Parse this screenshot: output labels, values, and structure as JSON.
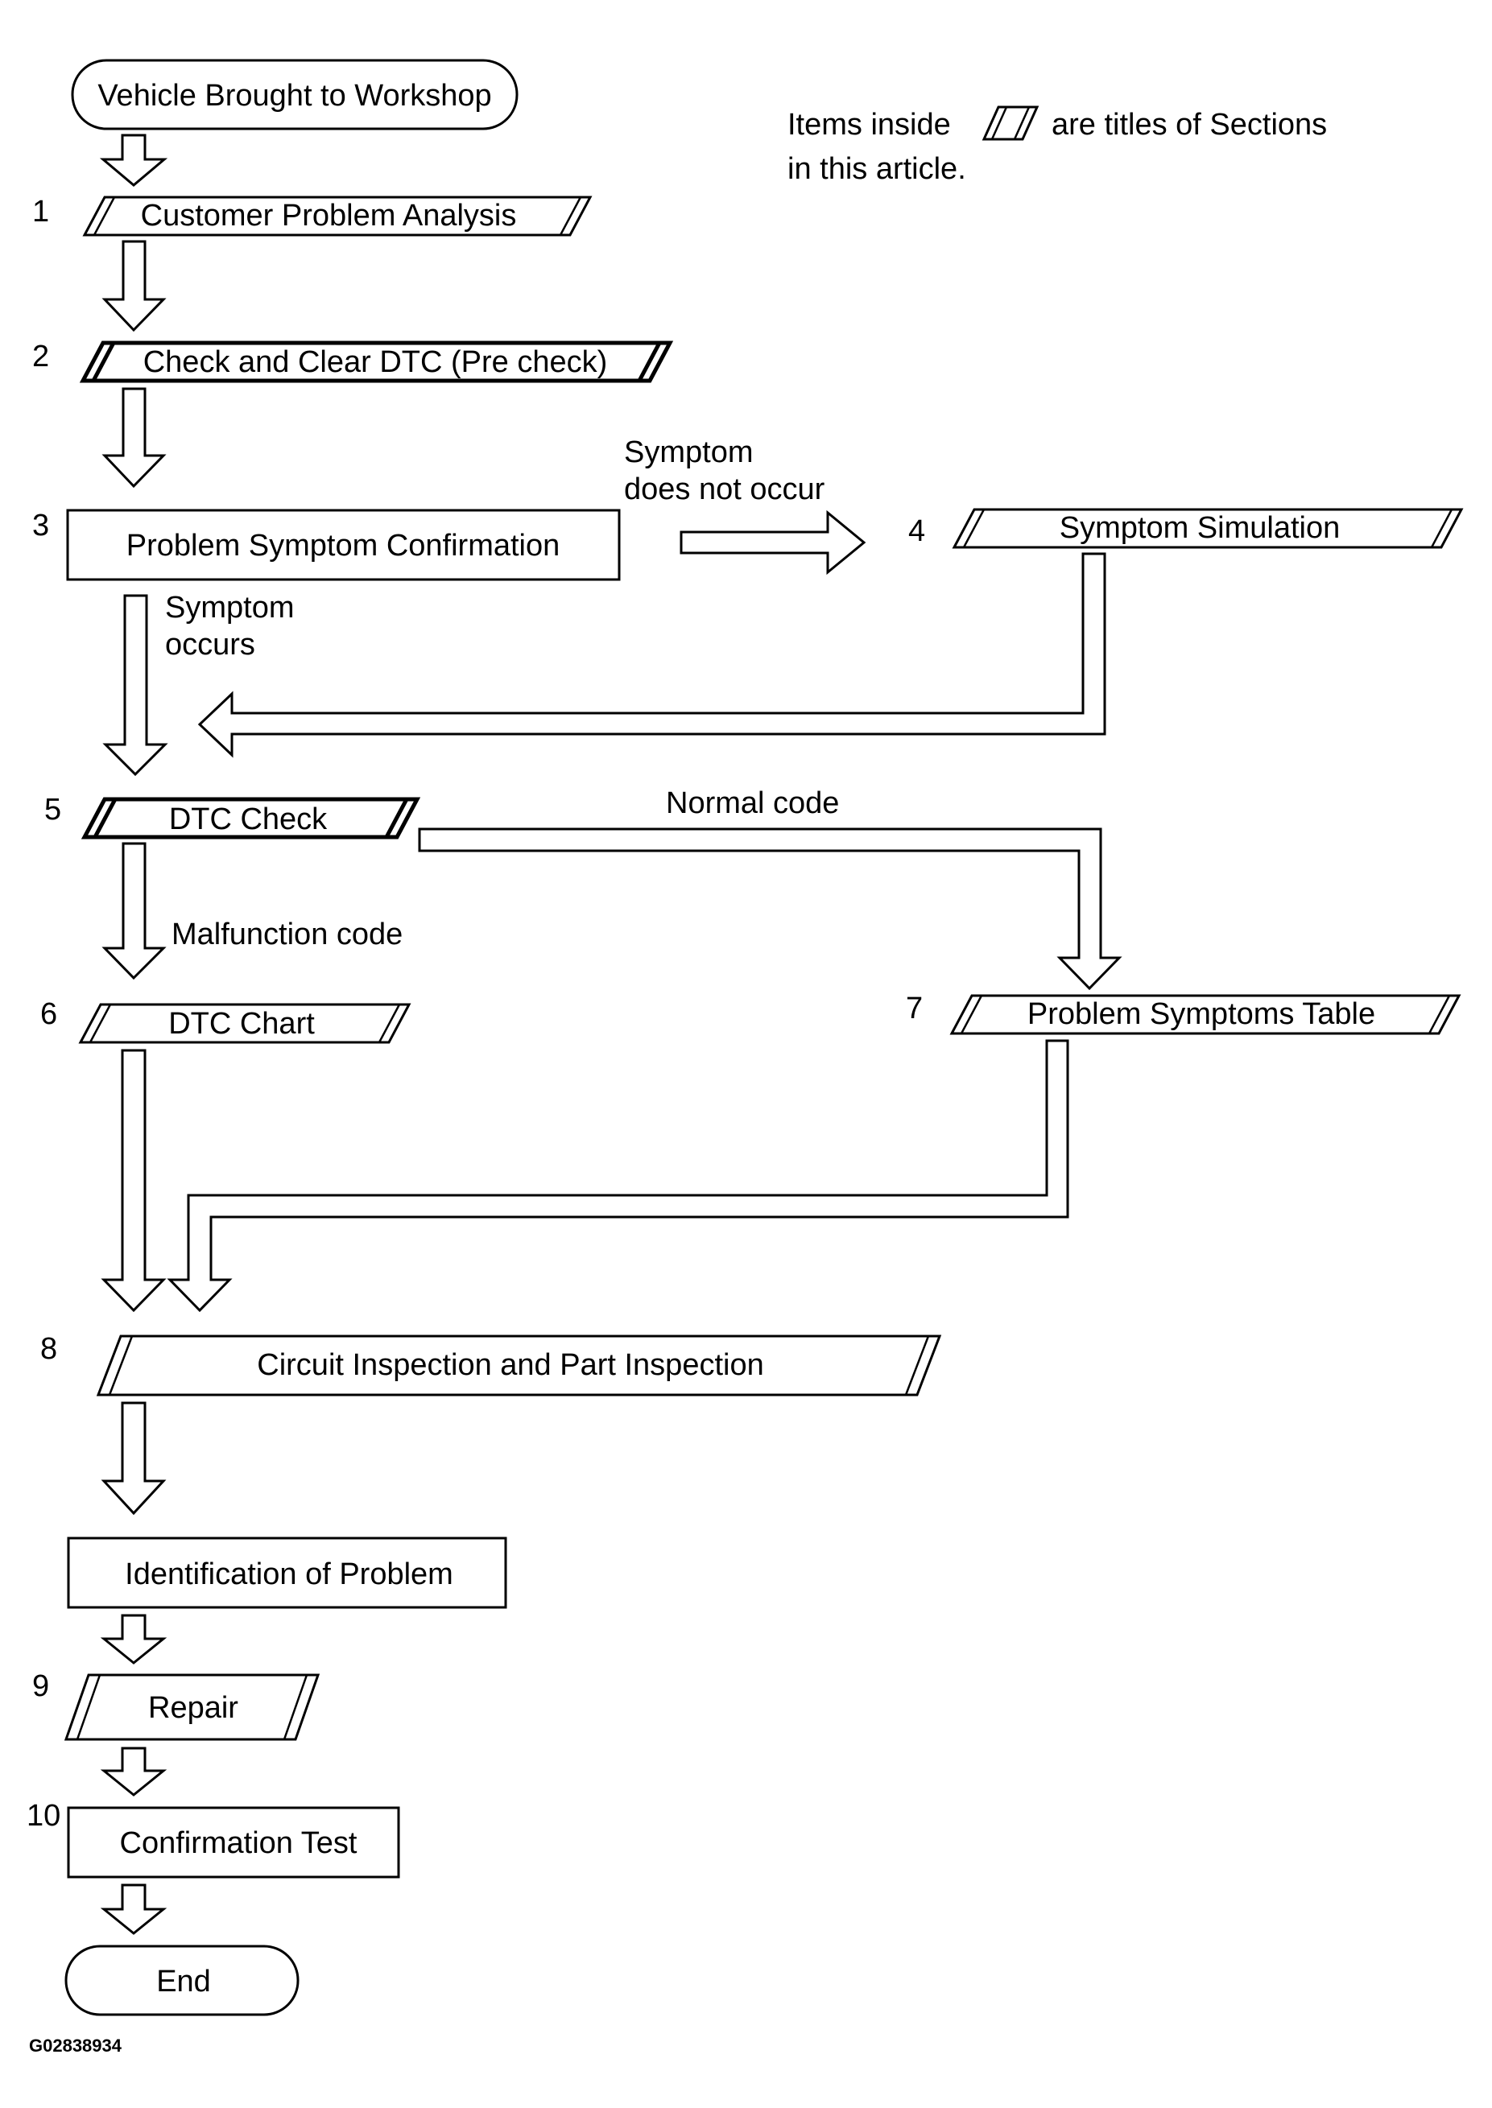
{
  "header": {
    "start": "Vehicle Brought to Workshop",
    "note_prefix": "Items inside",
    "note_suffix": "are titles of Sections",
    "note_line2": "in this article."
  },
  "steps": [
    {
      "num": "1",
      "label": "Customer Problem Analysis"
    },
    {
      "num": "2",
      "label": "Check and Clear DTC (Pre check)"
    },
    {
      "num": "3",
      "label": "Problem Symptom Confirmation"
    },
    {
      "num": "4",
      "label": "Symptom Simulation"
    },
    {
      "num": "5",
      "label": "DTC Check"
    },
    {
      "num": "6",
      "label": "DTC Chart"
    },
    {
      "num": "7",
      "label": "Problem Symptoms Table"
    },
    {
      "num": "8",
      "label": "Circuit Inspection and Part Inspection"
    },
    {
      "num": "",
      "label": "Identification of Problem"
    },
    {
      "num": "9",
      "label": "Repair"
    },
    {
      "num": "10",
      "label": "Confirmation Test"
    }
  ],
  "end_label": "End",
  "edges": {
    "no_symptom_1": "Symptom",
    "no_symptom_2": "does not occur",
    "symptom_1": "Symptom",
    "symptom_2": "occurs",
    "normal_code": "Normal code",
    "malfunction_code": "Malfunction code"
  },
  "figure_code": "G02838934"
}
